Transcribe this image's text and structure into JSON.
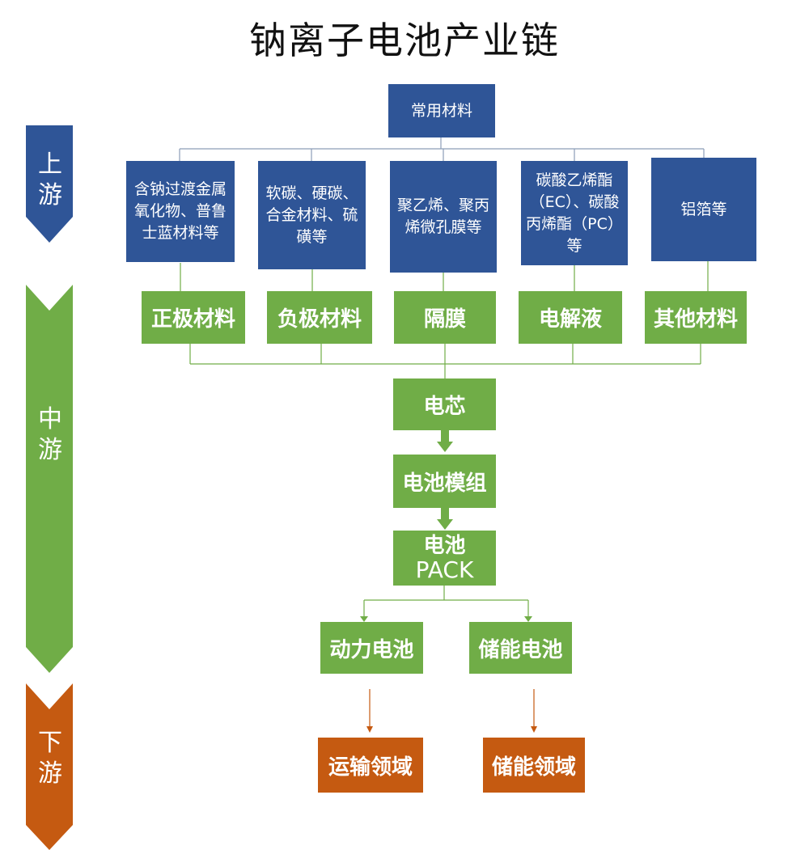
{
  "title": "钠离子电池产业链",
  "stages": {
    "upstream": "上游",
    "midstream": "中游",
    "downstream": "下游"
  },
  "common_materials": "常用材料",
  "materials": [
    {
      "detail": "含钠过渡金属氧化物、普鲁士蓝材料等",
      "category": "正极材料"
    },
    {
      "detail": "软碳、硬碳、合金材料、硫磺等",
      "category": "负极材料"
    },
    {
      "detail": "聚乙烯、聚丙烯微孔膜等",
      "category": "隔膜"
    },
    {
      "detail": "碳酸乙烯酯（EC）、碳酸丙烯酯（PC）等",
      "category": "电解液"
    },
    {
      "detail": "铝箔等",
      "category": "其他材料"
    }
  ],
  "mid": {
    "cell": "电芯",
    "module": "电池模组",
    "pack_line1": "电池",
    "pack_line2": "PACK"
  },
  "products": {
    "power": "动力电池",
    "storage": "储能电池"
  },
  "applications": {
    "transport": "运输领域",
    "storage": "储能领域"
  },
  "colors": {
    "blue": "#2f5597",
    "green": "#70ad47",
    "orange": "#c55a11"
  }
}
